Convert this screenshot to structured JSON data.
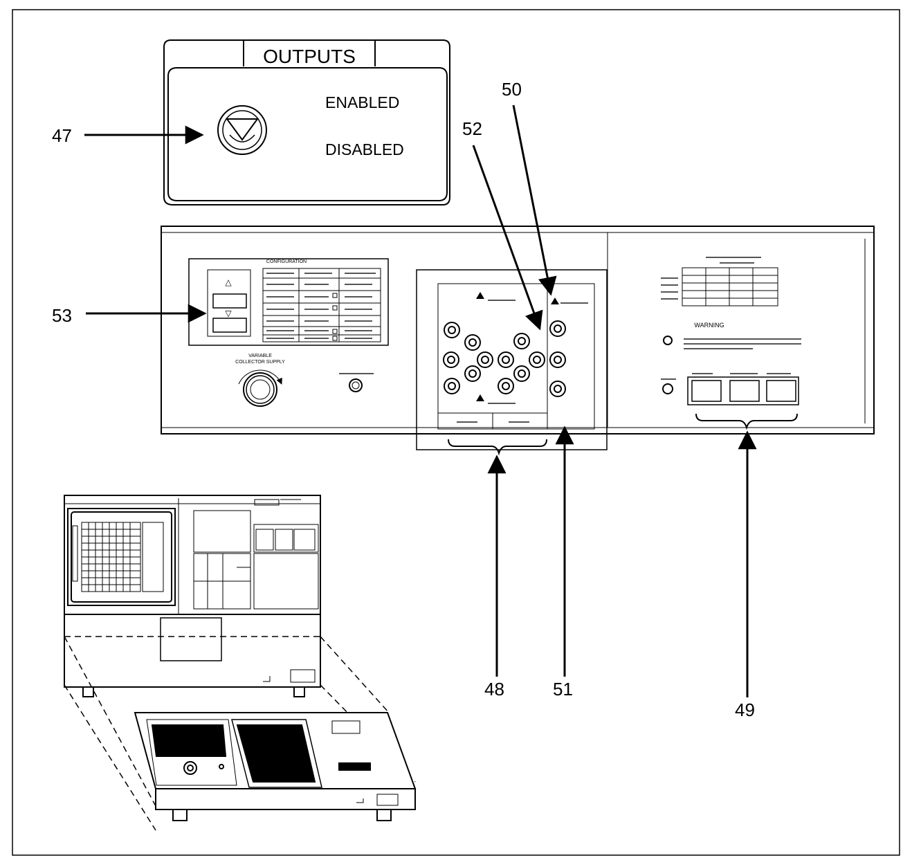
{
  "outputs": {
    "title": "OUTPUTS",
    "enabled_label": "ENABLED",
    "disabled_label": "DISABLED"
  },
  "callouts": [
    {
      "id": "47",
      "label": "47"
    },
    {
      "id": "48",
      "label": "48"
    },
    {
      "id": "49",
      "label": "49"
    },
    {
      "id": "50",
      "label": "50"
    },
    {
      "id": "51",
      "label": "51"
    },
    {
      "id": "52",
      "label": "52"
    },
    {
      "id": "53",
      "label": "53"
    }
  ],
  "left_panel": {
    "configuration_title": "CONFIGURATION",
    "variable_supply_label_1": "VARIABLE",
    "variable_supply_label_2": "COLLECTOR SUPPLY"
  },
  "right_panel": {
    "warning_label": "WARNING"
  }
}
